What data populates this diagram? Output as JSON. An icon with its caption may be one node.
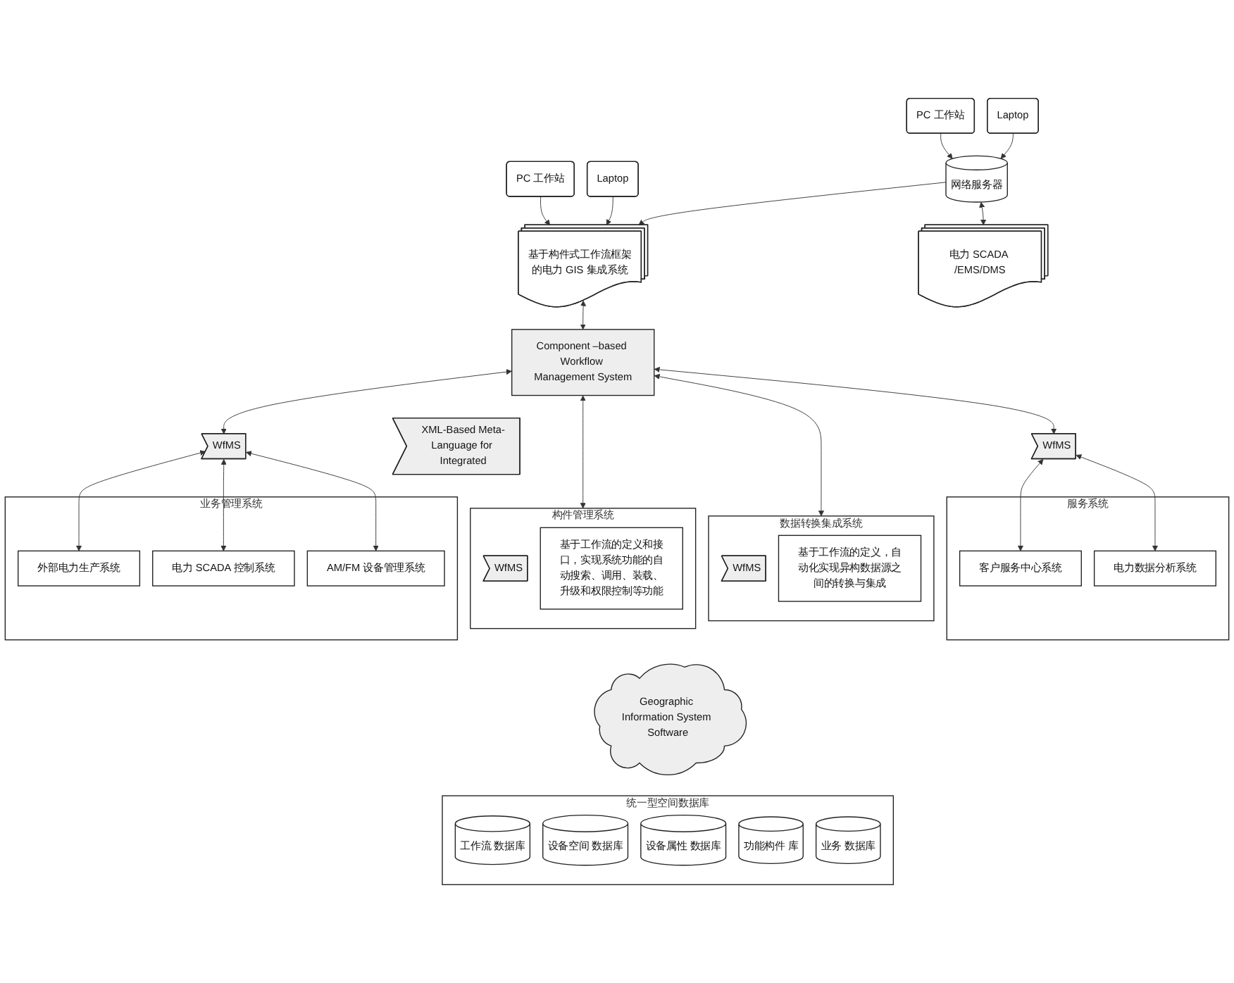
{
  "diagram": {
    "nodes": [
      {
        "text": [
          "PC 工作站"
        ]
      },
      {
        "text": [
          "Laptop"
        ]
      },
      {
        "text": [
          "PC 工作站"
        ]
      },
      {
        "text": [
          "Laptop"
        ]
      },
      {
        "text": [
          "基于构件式工作流框架的电力 GIS 集成系统"
        ]
      },
      {
        "text": [
          "网络服务器"
        ]
      },
      {
        "text": [
          "电力 SCADA /EMS/DMS"
        ]
      },
      {
        "text": [
          "Component –based Workflow Management System"
        ]
      },
      {
        "text": [
          "WfMS"
        ]
      },
      {
        "text": [
          "XML-Based Meta-Language for Integrated"
        ]
      },
      {
        "text": [
          "WfMS"
        ]
      },
      {
        "text": [
          "业务管理系统"
        ]
      },
      {
        "text": [
          "外部电力生产系统"
        ],
        "in": 11
      },
      {
        "text": [
          "电力 SCADA 控制系统"
        ],
        "in": 11
      },
      {
        "text": [
          "AM/FM 设备管理系统"
        ],
        "in": 11
      },
      {
        "text": [
          "构件管理系统"
        ]
      },
      {
        "text": [
          "WfMS"
        ],
        "in": 15
      },
      {
        "text": [
          "基于工作流的定义和接口，实现系统功能的自动搜索、调用、装载、升级和权限控制等功能"
        ],
        "in": 15
      },
      {
        "text": [
          "数据转换集成系统"
        ]
      },
      {
        "text": [
          "WfMS"
        ],
        "in": 18
      },
      {
        "text": [
          "基于工作流的定义，自动化实现异构数据源之间的转换与集成"
        ],
        "in": 18
      },
      {
        "text": [
          "服务系统"
        ]
      },
      {
        "text": [
          "客户服务中心系统"
        ],
        "in": 21
      },
      {
        "text": [
          "电力数据分析系统"
        ],
        "in": 21
      },
      {
        "text": [
          "Geographic Information System Software"
        ]
      },
      {
        "text": [
          "统一型空间数据库"
        ]
      },
      {
        "text": [
          "工作流 数据库"
        ],
        "in": 25
      },
      {
        "text": [
          "设备空间 数据库"
        ],
        "in": 25
      },
      {
        "text": [
          "设备属性 数据库"
        ],
        "in": 25
      },
      {
        "text": [
          "功能构件 库"
        ],
        "in": 25
      },
      {
        "text": [
          "业务 数据库"
        ],
        "in": 25
      }
    ],
    "edges": [
      {
        "from": 0,
        "to": 4,
        "arrow": "to"
      },
      {
        "from": 1,
        "to": 4,
        "arrow": "to"
      },
      {
        "from": 2,
        "to": 5,
        "arrow": "to"
      },
      {
        "from": 3,
        "to": 5,
        "arrow": "to"
      },
      {
        "from": 5,
        "to": 4,
        "arrow": "to"
      },
      {
        "from": 5,
        "to": 6,
        "arrow": "both"
      },
      {
        "from": 4,
        "to": 7,
        "arrow": "both"
      },
      {
        "from": 7,
        "to": 8,
        "arrow": "both"
      },
      {
        "from": 7,
        "to": 15,
        "arrow": "both"
      },
      {
        "from": 7,
        "to": 18,
        "arrow": "both"
      },
      {
        "from": 7,
        "to": 10,
        "arrow": "both"
      },
      {
        "from": 8,
        "to": 12,
        "arrow": "both"
      },
      {
        "from": 8,
        "to": 13,
        "arrow": "both"
      },
      {
        "from": 8,
        "to": 14,
        "arrow": "both"
      },
      {
        "from": 10,
        "to": 22,
        "arrow": "both"
      },
      {
        "from": 10,
        "to": 23,
        "arrow": "both"
      }
    ]
  }
}
